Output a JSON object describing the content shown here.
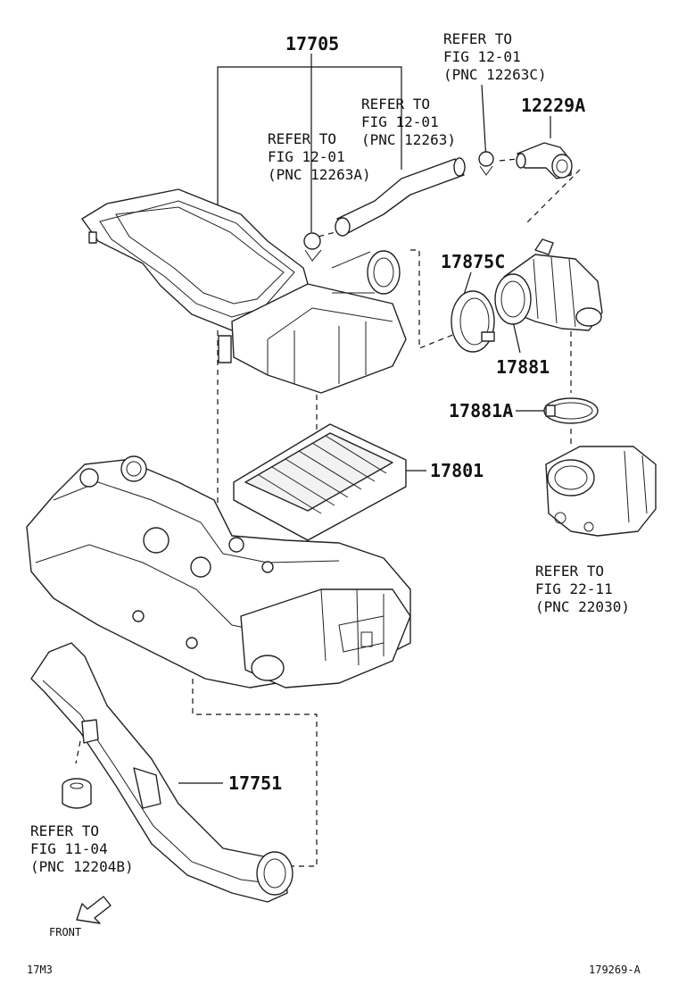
{
  "diagram": {
    "part_numbers": {
      "p17705": "17705",
      "p12229A": "12229A",
      "p17875C": "17875C",
      "p17881": "17881",
      "p17881A": "17881A",
      "p17801": "17801",
      "p17751": "17751"
    },
    "refs": {
      "ref_12263C": [
        "REFER TO",
        "FIG 12-01",
        "(PNC 12263C)"
      ],
      "ref_12263": [
        "REFER TO",
        "FIG 12-01",
        "(PNC 12263)"
      ],
      "ref_12263A": [
        "REFER TO",
        "FIG 12-01",
        "(PNC 12263A)"
      ],
      "ref_22030": [
        "REFER TO",
        "FIG 22-11",
        "(PNC 22030)"
      ],
      "ref_12204B": [
        "REFER TO",
        "FIG 11-04",
        "(PNC 12204B)"
      ]
    },
    "front_label": "FRONT",
    "footer_left": "17M3",
    "footer_right": "179269-A"
  }
}
